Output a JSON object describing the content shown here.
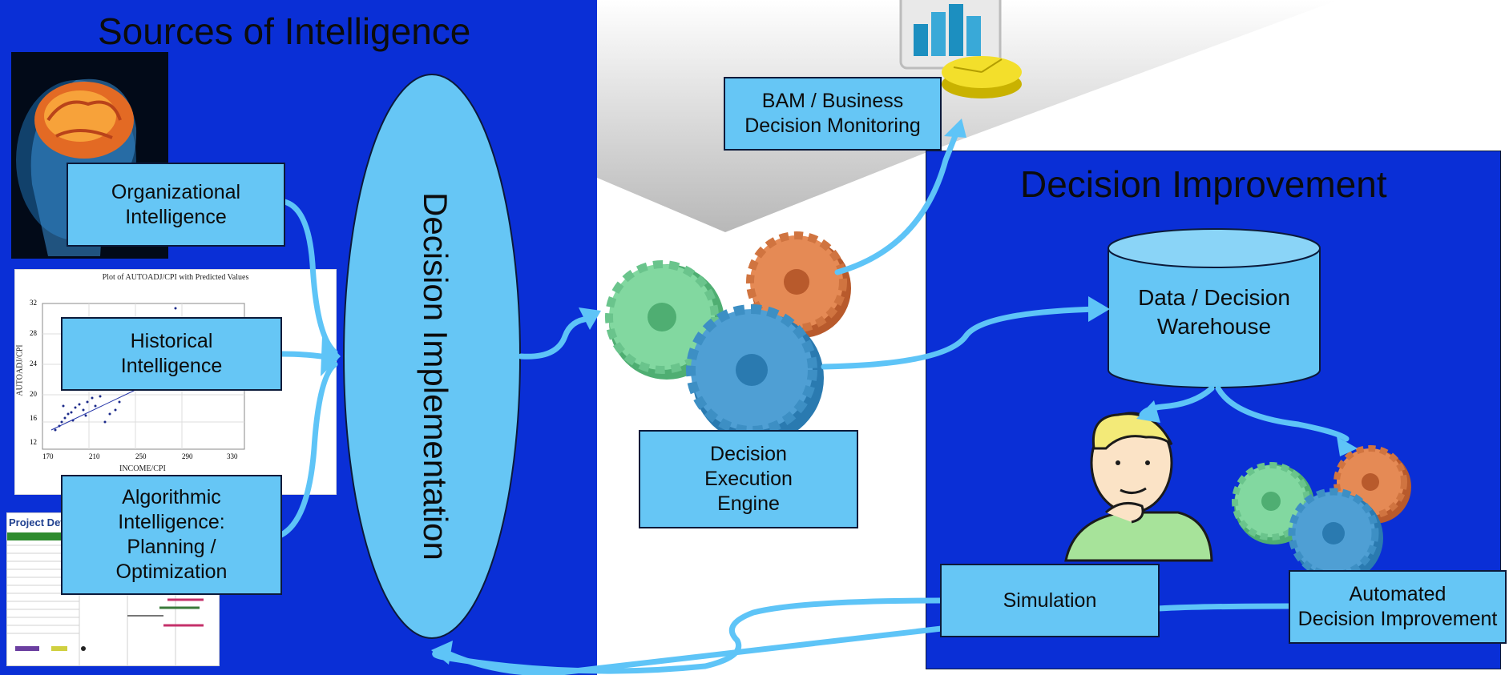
{
  "left_panel": {
    "title": "Sources of Intelligence",
    "boxes": [
      "Organizational\nIntelligence",
      "Historical\nIntelligence",
      "Algorithmic\nIntelligence:\nPlanning /\nOptimization"
    ]
  },
  "chart_thumbnail": {
    "title": "Plot of AUTOADJ/CPI with Predicted Values",
    "xlabel": "INCOME/CPI",
    "ylabel": "AUTOADJ/CPI",
    "x_ticks": [
      "170",
      "210",
      "250",
      "290",
      "330"
    ],
    "y_ticks": [
      "32",
      "28",
      "24",
      "20",
      "16",
      "12"
    ]
  },
  "gantt_thumbnail": {
    "title": "Project Deve"
  },
  "center_ellipse": {
    "label": "Decision Implementation"
  },
  "bam_box": {
    "label": "BAM / Business\nDecision Monitoring"
  },
  "engine_box": {
    "label": "Decision\nExecution\nEngine"
  },
  "right_panel": {
    "title": "Decision Improvement",
    "warehouse": "Data / Decision\nWarehouse",
    "simulation": "Simulation",
    "automated": "Automated\nDecision Improvement"
  },
  "colors": {
    "panel_blue": "#0a2fd6",
    "box_blue": "#66c6f5",
    "arrow_blue": "#5ec4f7"
  }
}
